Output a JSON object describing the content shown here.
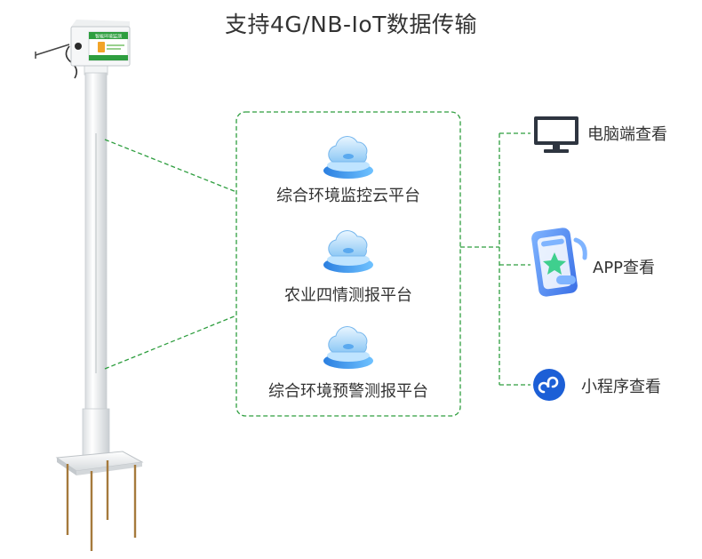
{
  "title": "支持4G/NB-IoT数据传输",
  "device": {
    "box_label": "智能环境监测"
  },
  "platforms": [
    {
      "label": "综合环境监控云平台",
      "icon": "cloud-platform-icon"
    },
    {
      "label": "农业四情测报平台",
      "icon": "cloud-platform-icon"
    },
    {
      "label": "综合环境预警测报平台",
      "icon": "cloud-platform-icon"
    }
  ],
  "outputs": [
    {
      "label": "电脑端查看",
      "icon": "monitor-icon"
    },
    {
      "label": "APP查看",
      "icon": "phone-app-icon"
    },
    {
      "label": "小程序查看",
      "icon": "mini-program-icon"
    }
  ],
  "colors": {
    "dashed_line": "#2e9e3f",
    "pole": "#eceff1",
    "text": "#333333",
    "mini_program_blue": "#1c5fd6",
    "phone_blue": "#4a8cf5"
  }
}
